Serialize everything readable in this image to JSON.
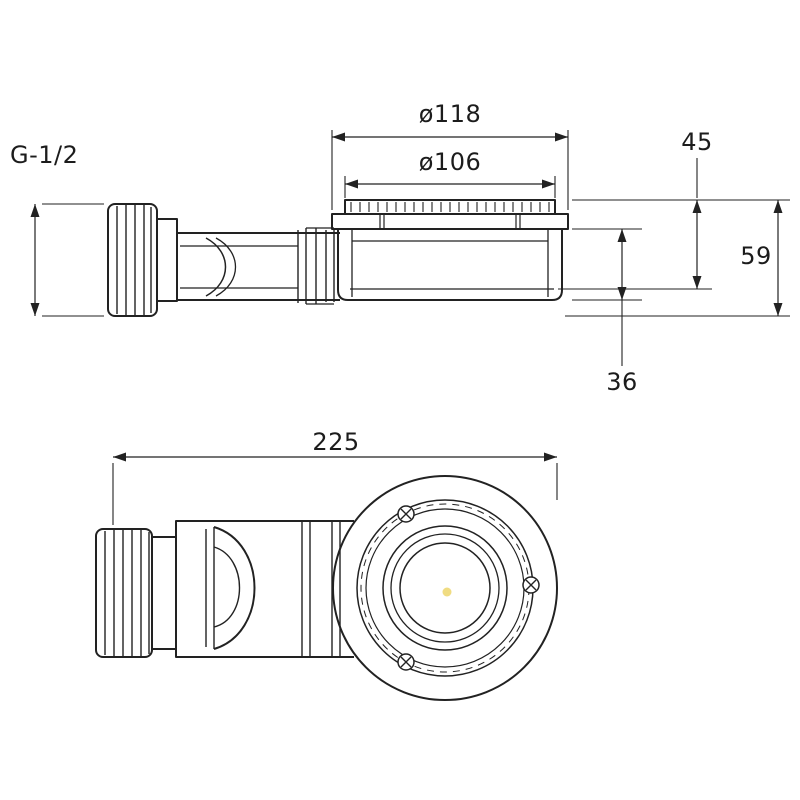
{
  "page": {
    "background": "#ffffff",
    "line_color": "#222222",
    "text_color": "#1c1c1c",
    "accent_dot_color": "#f0dc82"
  },
  "labels": {
    "thread_size": "G-1/2",
    "flange_outer_diameter": "ø118",
    "cap_diameter": "ø106",
    "height_flange_to_trap_bottom": "45",
    "height_total": "59",
    "height_under_flange": "36",
    "overall_length": "225"
  }
}
